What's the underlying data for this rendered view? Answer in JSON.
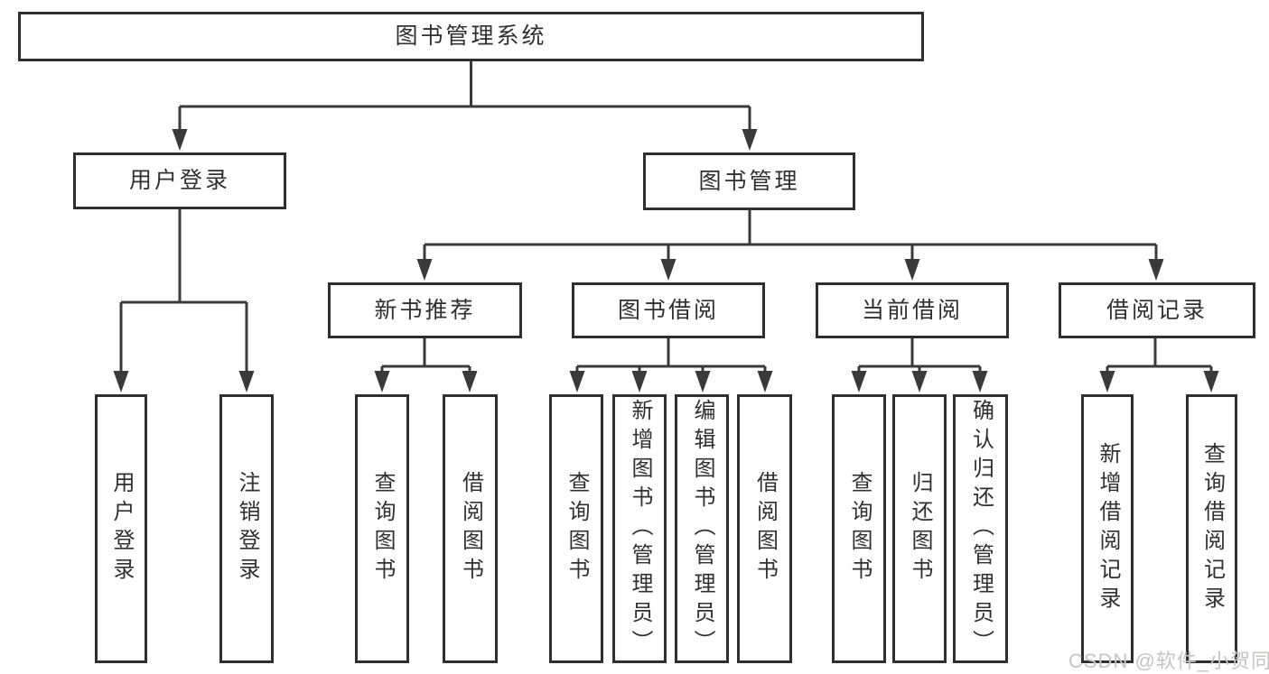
{
  "diagram": {
    "title": "图书管理系统",
    "branches": [
      {
        "label": "用户登录",
        "children": [
          {
            "label": "用户登录"
          },
          {
            "label": "注销登录"
          }
        ]
      },
      {
        "label": "图书管理",
        "children": [
          {
            "label": "新书推荐",
            "children": [
              {
                "label": "查询图书"
              },
              {
                "label": "借阅图书"
              }
            ]
          },
          {
            "label": "图书借阅",
            "children": [
              {
                "label": "查询图书"
              },
              {
                "label": "新增图书（管理员）"
              },
              {
                "label": "编辑图书（管理员）"
              },
              {
                "label": "借阅图书"
              }
            ]
          },
          {
            "label": "当前借阅",
            "children": [
              {
                "label": "查询图书"
              },
              {
                "label": "归还图书"
              },
              {
                "label": "确认归还（管理员）"
              }
            ]
          },
          {
            "label": "借阅记录",
            "children": [
              {
                "label": "新增借阅记录"
              },
              {
                "label": "查询借阅记录"
              }
            ]
          }
        ]
      }
    ]
  },
  "watermark": {
    "text": "CSDN @软件_小贺同学"
  },
  "colors": {
    "line": "#3a3a3a",
    "border": "#2f2f2f",
    "text": "#303030",
    "background": "#ffffff",
    "watermark_text": "#c8c3c3"
  }
}
